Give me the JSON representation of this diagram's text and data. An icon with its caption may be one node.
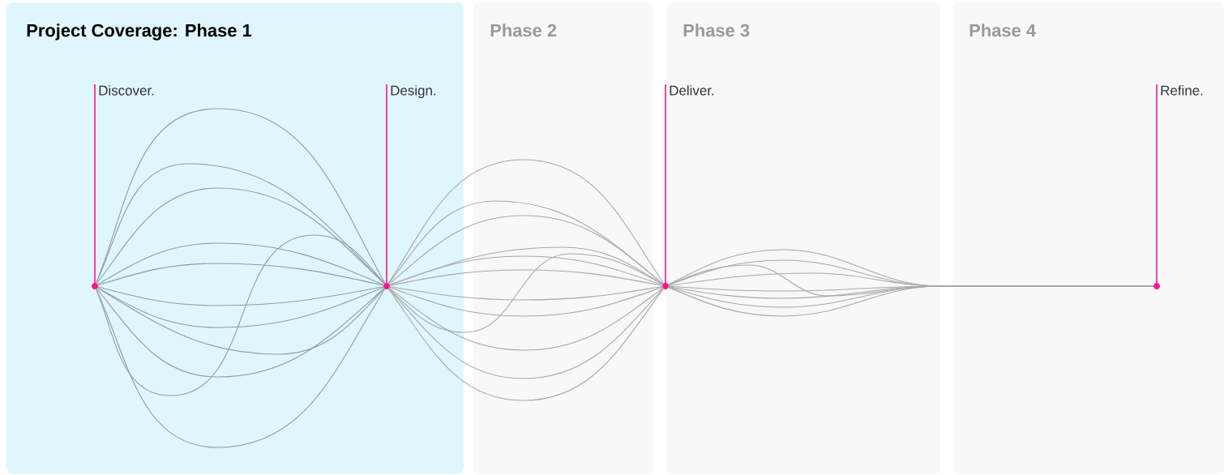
{
  "diagram": {
    "title": "Project Coverage: Phase 1",
    "labels": [
      "Phase 2",
      "Phase 3",
      "Phase 4"
    ],
    "nodes": [
      {
        "text": [
          "Discover."
        ]
      },
      {
        "text": [
          "Design."
        ]
      },
      {
        "text": [
          "Deliver."
        ]
      },
      {
        "text": [
          "Refine."
        ]
      }
    ],
    "edges": [
      {
        "from": 0,
        "to": 1,
        "arrow": "none",
        "color": "#8f9d9d"
      },
      {
        "from": 0,
        "to": 1,
        "arrow": "none",
        "color": "#8f9d9d"
      },
      {
        "from": 0,
        "to": 1,
        "arrow": "none",
        "color": "#8f9d9d"
      },
      {
        "from": 0,
        "to": 1,
        "arrow": "none",
        "color": "#8f9d9d"
      },
      {
        "from": 0,
        "to": 1,
        "arrow": "none",
        "color": "#8f9d9d"
      },
      {
        "from": 0,
        "to": 1,
        "arrow": "none",
        "color": "#8f9d9d"
      },
      {
        "from": 0,
        "to": 1,
        "arrow": "none",
        "color": "#8f9d9d"
      },
      {
        "from": 0,
        "to": 1,
        "arrow": "none",
        "color": "#8f9d9d"
      },
      {
        "from": 0,
        "to": 1,
        "arrow": "none",
        "color": "#8f9d9d"
      },
      {
        "from": 0,
        "to": 1,
        "arrow": "none",
        "color": "#8f9d9d"
      },
      {
        "from": 0,
        "to": 1,
        "arrow": "none",
        "color": "#8f9d9d"
      },
      {
        "from": 1,
        "to": 2,
        "arrow": "none"
      },
      {
        "from": 1,
        "to": 2,
        "arrow": "none"
      },
      {
        "from": 1,
        "to": 2,
        "arrow": "none"
      },
      {
        "from": 1,
        "to": 2,
        "arrow": "none"
      },
      {
        "from": 1,
        "to": 2,
        "arrow": "none"
      },
      {
        "from": 1,
        "to": 2,
        "arrow": "none"
      },
      {
        "from": 1,
        "to": 2,
        "arrow": "none"
      },
      {
        "from": 1,
        "to": 2,
        "arrow": "none"
      },
      {
        "from": 1,
        "to": 2,
        "arrow": "none"
      },
      {
        "from": 1,
        "to": 2,
        "arrow": "none"
      },
      {
        "from": 1,
        "to": 2,
        "arrow": "none"
      },
      {
        "from": 1,
        "to": 2,
        "arrow": "none"
      },
      {
        "from": 2,
        "to": 3,
        "arrow": "none"
      },
      {
        "from": 2,
        "to": 3,
        "arrow": "none"
      },
      {
        "from": 2,
        "to": 3,
        "arrow": "none"
      },
      {
        "from": 2,
        "to": 3,
        "arrow": "none"
      },
      {
        "from": 2,
        "to": 3,
        "arrow": "none"
      },
      {
        "from": 2,
        "to": 3,
        "arrow": "none"
      },
      {
        "from": 2,
        "to": 3,
        "arrow": "none"
      },
      {
        "from": 2,
        "to": 3,
        "arrow": "none"
      }
    ]
  }
}
